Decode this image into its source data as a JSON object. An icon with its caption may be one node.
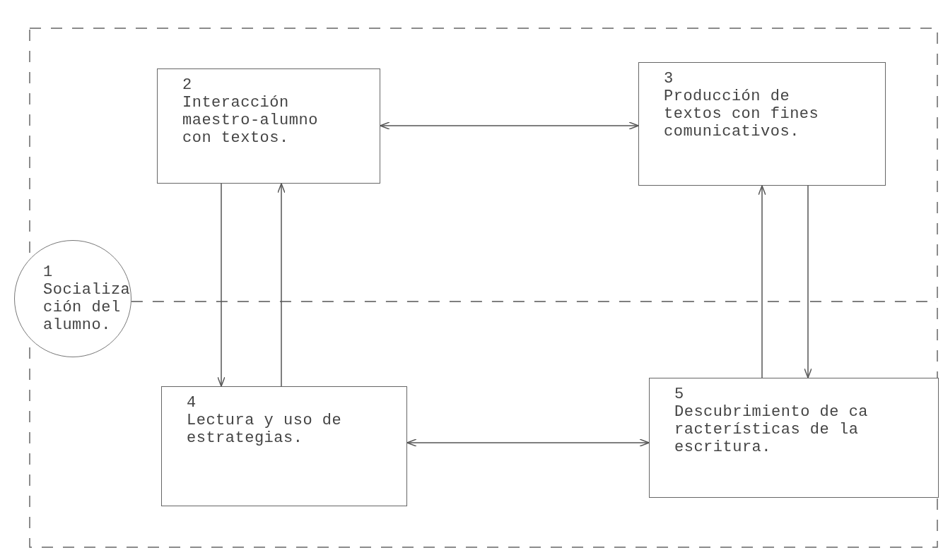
{
  "diagram": {
    "nodes": [
      {
        "text": [
          "1",
          "Socializa ción del alumno."
        ]
      },
      {
        "text": [
          "2",
          "Interacción maestro-alumno con textos."
        ]
      },
      {
        "text": [
          "3",
          "Producción de textos con fines comunicativos."
        ]
      },
      {
        "text": [
          "4",
          "Lectura y uso de estrategias."
        ]
      },
      {
        "text": [
          "5",
          "Descubrimiento de ca racterísticas de la escritura."
        ]
      }
    ],
    "edges": [
      {
        "from": 1,
        "to": 2,
        "arrow": "both"
      },
      {
        "from": 3,
        "to": 4,
        "arrow": "both"
      },
      {
        "from": 1,
        "to": 3,
        "arrow": "to"
      },
      {
        "from": 3,
        "to": 1,
        "arrow": "to"
      },
      {
        "from": 4,
        "to": 2,
        "arrow": "to"
      },
      {
        "from": 2,
        "to": 4,
        "arrow": "to"
      },
      {
        "from": 0,
        "to": null,
        "arrow": "none",
        "style": "dashed"
      }
    ]
  }
}
